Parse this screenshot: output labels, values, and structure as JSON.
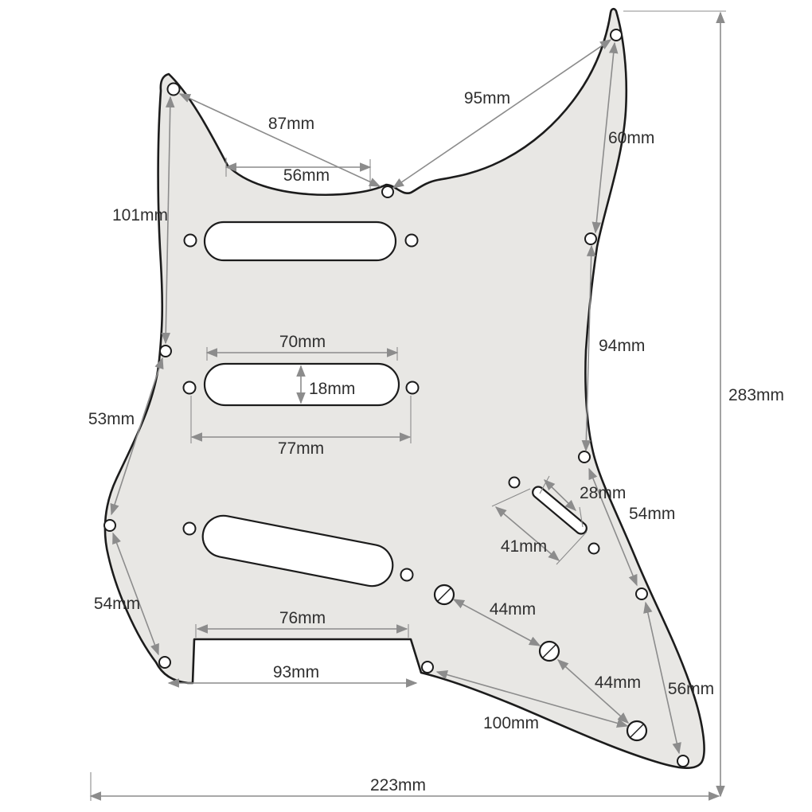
{
  "diagram": {
    "kind": "guitar-pickguard-dimension-drawing",
    "unit": "mm"
  },
  "dimensions": {
    "d95": "95mm",
    "d87": "87mm",
    "d56_top": "56mm",
    "d60": "60mm",
    "d101": "101mm",
    "d94": "94mm",
    "d283": "283mm",
    "d70": "70mm",
    "d18": "18mm",
    "d77": "77mm",
    "d53": "53mm",
    "d28": "28mm",
    "d41": "41mm",
    "d54_right": "54mm",
    "d54_left": "54mm",
    "d76": "76mm",
    "d93": "93mm",
    "d44_upper": "44mm",
    "d44_lower": "44mm",
    "d56_bottom": "56mm",
    "d100": "100mm",
    "d223": "223mm"
  },
  "colors": {
    "background": "#ffffff",
    "guard-fill": "#e8e7e4",
    "outline": "#1c1c1c",
    "dim": "#8c8c8c",
    "label": "#2f2f2f"
  }
}
